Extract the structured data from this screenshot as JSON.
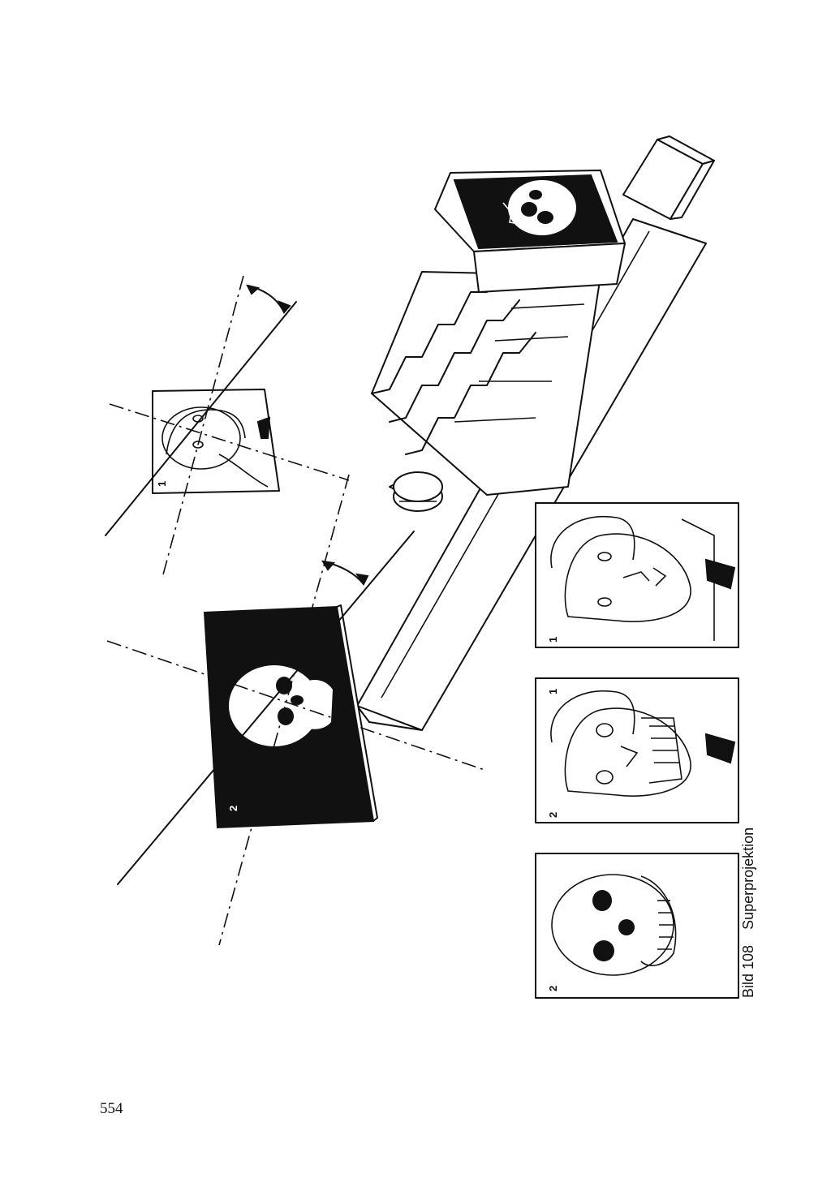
{
  "figure": {
    "caption_number": "Bild 108",
    "caption_title": "Superprojektion",
    "projected_photo_label": "1",
    "projected_skull_label": "2",
    "panels": [
      {
        "label": "2"
      },
      {
        "label": "2",
        "label_secondary": "1"
      },
      {
        "label": "1"
      }
    ]
  },
  "page_number": "554"
}
